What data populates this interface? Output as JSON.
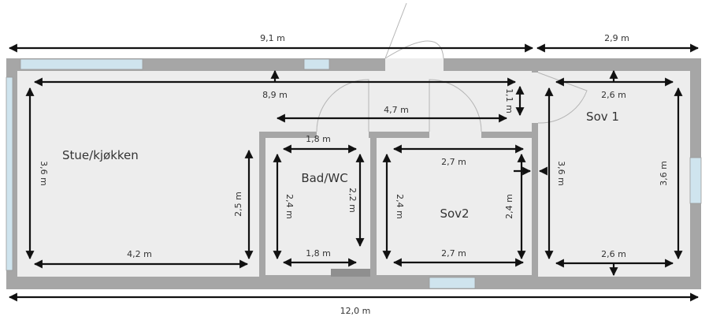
{
  "colors": {
    "wall": "#a6a6a6",
    "floor": "#ededed",
    "window": "#cfe4ee",
    "dimension": "#111111",
    "text": "#333333"
  },
  "rooms": {
    "stue": "Stue/kjøkken",
    "bad": "Bad/WC",
    "sov2": "Sov2",
    "sov1": "Sov 1"
  },
  "dimensions": {
    "total_top_left": "9,1 m",
    "total_top_right": "2,9 m",
    "total_bottom": "12,0 m",
    "stue_top": "8,9 m",
    "hall_width": "4,7 m",
    "hall_depth": "1,1 m",
    "stue_height_left": "3,6 m",
    "stue_bottom": "4,2 m",
    "stue_height_right": "2,5 m",
    "bad_top": "1,8 m",
    "bad_bottom": "1,8 m",
    "bad_height_left": "2,4 m",
    "bad_height_right": "2,2 m",
    "sov2_top": "2,7 m",
    "sov2_bottom": "2,7 m",
    "sov2_height_left": "2,4 m",
    "sov2_height_right": "2,4 m",
    "sov1_top": "2,6 m",
    "sov1_bottom": "2,6 m",
    "sov1_height_left": "3,6 m",
    "sov1_height_right": "3,6 m"
  }
}
